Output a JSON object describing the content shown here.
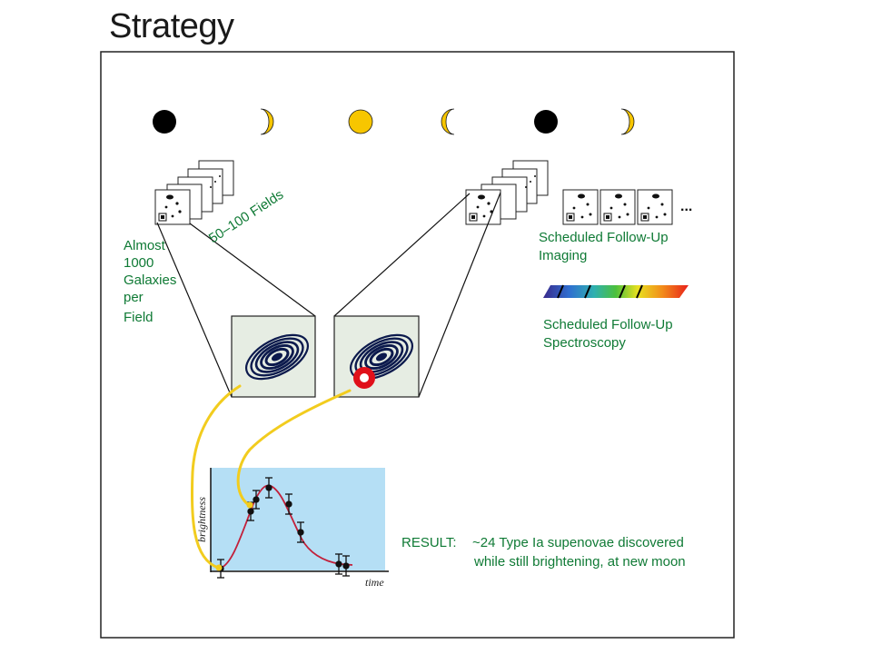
{
  "title": "Strategy",
  "labels": {
    "fields_count": "50–100 Fields",
    "galaxies_per_field": [
      "Almost",
      "1000",
      "Galaxies",
      "per",
      "Field"
    ],
    "followup_imaging": [
      "Scheduled Follow-Up",
      "Imaging"
    ],
    "followup_spectroscopy": [
      "Scheduled Follow-Up",
      "Spectroscopy"
    ],
    "ellipsis": "...",
    "result_prefix": "RESULT:",
    "result_lines": [
      "~24 Type Ia supenovae discovered",
      "while still brightening, at new moon"
    ]
  },
  "light_curve": {
    "ylabel": "brightness",
    "xlabel": "time"
  },
  "moon_phases": [
    {
      "phase": "new-moon"
    },
    {
      "phase": "crescent-right"
    },
    {
      "phase": "full-moon"
    },
    {
      "phase": "crescent-left"
    },
    {
      "phase": "new-moon"
    },
    {
      "phase": "crescent-right"
    }
  ],
  "colors": {
    "label_green": "#0f7a35",
    "full_moon": "#f7c600",
    "crescent": "#f7c600",
    "galaxy": "#0c1a4d",
    "supernova": "#e0101a",
    "connector": "#f2cc1e",
    "plot_bg": "#b5dff5",
    "curve": "#c2203a"
  }
}
